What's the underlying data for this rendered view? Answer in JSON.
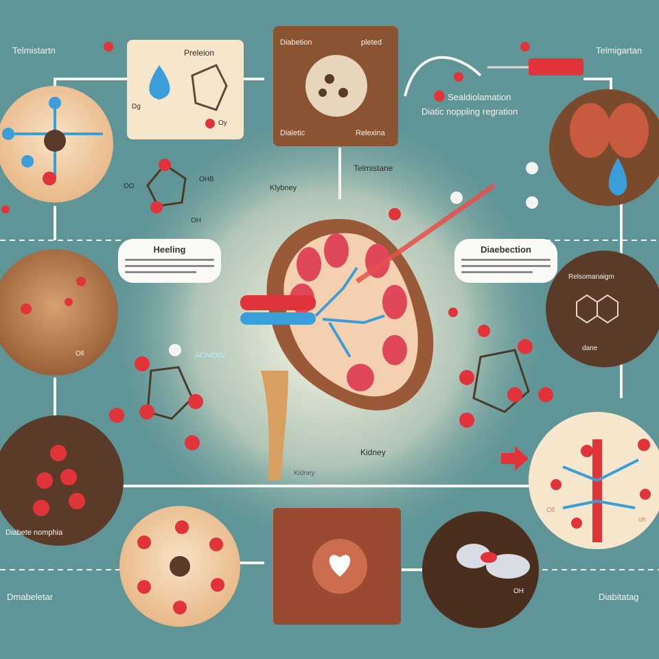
{
  "labels": {
    "top_left": "Telmistartn",
    "top_right": "Telmigartan",
    "box1_title": "Preleion",
    "box1_sub1": "Dg",
    "box1_sub2": "Oy",
    "box2_tl": "Diabetion",
    "box2_tr": "pleted",
    "box2_bl": "Dialetic",
    "box2_br": "Relexina",
    "right_line1": "Sealdiolamation",
    "right_line2": "Diatic noppling regration",
    "center_top": "Telmistane",
    "kidney_left": "Klybney",
    "mol_oo": "OO",
    "mol_ohb": "OHB",
    "mol_oh": "OH",
    "bubble_left": "Heeling",
    "bubble_right": "Diaebection",
    "right_circle": "Relsomanaigm",
    "right_circle_sub": "dane",
    "acmoin": "ACMOIN",
    "kidney_bottom": "Kidney",
    "kidney_small": "Kidney",
    "bottom_left": "Dmabeletar",
    "bottom_right": "Diabitatag",
    "left_circle_bottom": "Diabete nomphia",
    "left_circle_oh": "Oll",
    "pill_oh": "OH",
    "right_oh1": "Oll",
    "right_oh2": "oh"
  },
  "colors": {
    "background": "#5f9597",
    "accent_red": "#e0343a",
    "brown": "#7a4a2c",
    "cream": "#f6e6cc",
    "blue": "#3a9fd8"
  }
}
